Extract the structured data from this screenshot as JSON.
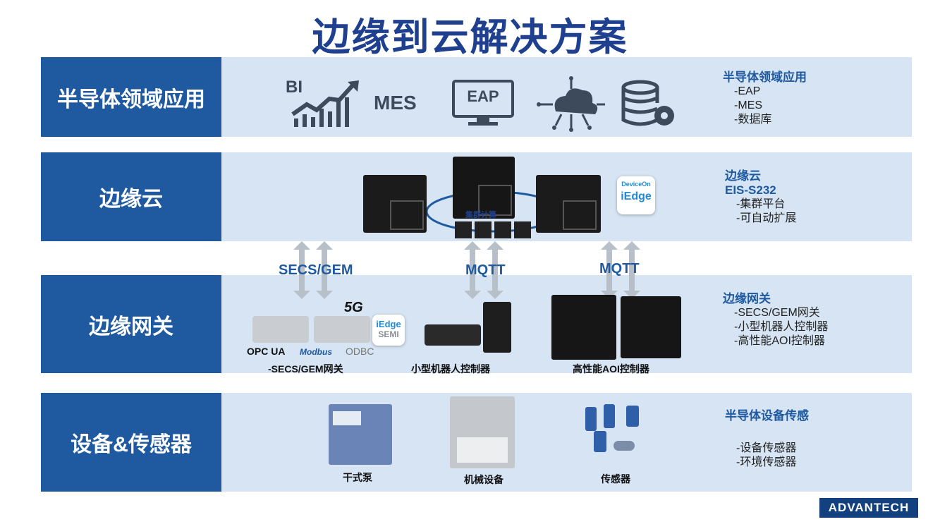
{
  "title": "边缘到云解决方案",
  "rows": [
    {
      "label": "半导体领域应用"
    },
    {
      "label": "边缘云"
    },
    {
      "label": "边缘网关"
    },
    {
      "label": "设备&传感器"
    }
  ],
  "app_icons": {
    "bi": "BI",
    "mes": "MES",
    "eap": "EAP",
    "cloud_icon": "cloud-network-icon",
    "db_icon": "database-gear-icon",
    "chart_icon": "rising-chart-icon"
  },
  "side": {
    "apps": {
      "heading": "半导体领域应用",
      "items": [
        "-EAP",
        "-MES",
        "-数据库"
      ]
    },
    "cloud": {
      "heading": "边缘云",
      "sub": "EIS-S232",
      "items": [
        "-集群平台",
        "-可自动扩展"
      ]
    },
    "gateway": {
      "heading": "边缘网关",
      "items": [
        "-SECS/GEM网关",
        "-小型机器人控制器",
        "-高性能AOI控制器"
      ]
    },
    "devices": {
      "heading": "半导体设备传感",
      "items": [
        "-设备传感器",
        "-环境传感器"
      ]
    }
  },
  "cluster_label": "集群计算",
  "deviceon": {
    "top": "DeviceOn",
    "main": "iEdge"
  },
  "iedge_semi": {
    "main": "iEdge",
    "sub": "SEMI"
  },
  "five_g": "5G",
  "protocols": {
    "secs": "SECS/GEM",
    "mqtt1": "MQTT",
    "mqtt2": "MQTT"
  },
  "gw_logos": {
    "opc": "OPC UA",
    "modbus": "Modbus",
    "odbc": "ODBC"
  },
  "captions": {
    "gw1": "-SECS/GEM网关",
    "gw2": "小型机器人控制器",
    "gw3": "高性能AOI控制器",
    "dev1": "干式泵",
    "dev2": "机械设备",
    "dev3": "传感器"
  },
  "brand": "ADVANTECH",
  "colors": {
    "primary": "#1f5aa0",
    "band": "#d6e4f3",
    "title": "#1f3f8f"
  }
}
